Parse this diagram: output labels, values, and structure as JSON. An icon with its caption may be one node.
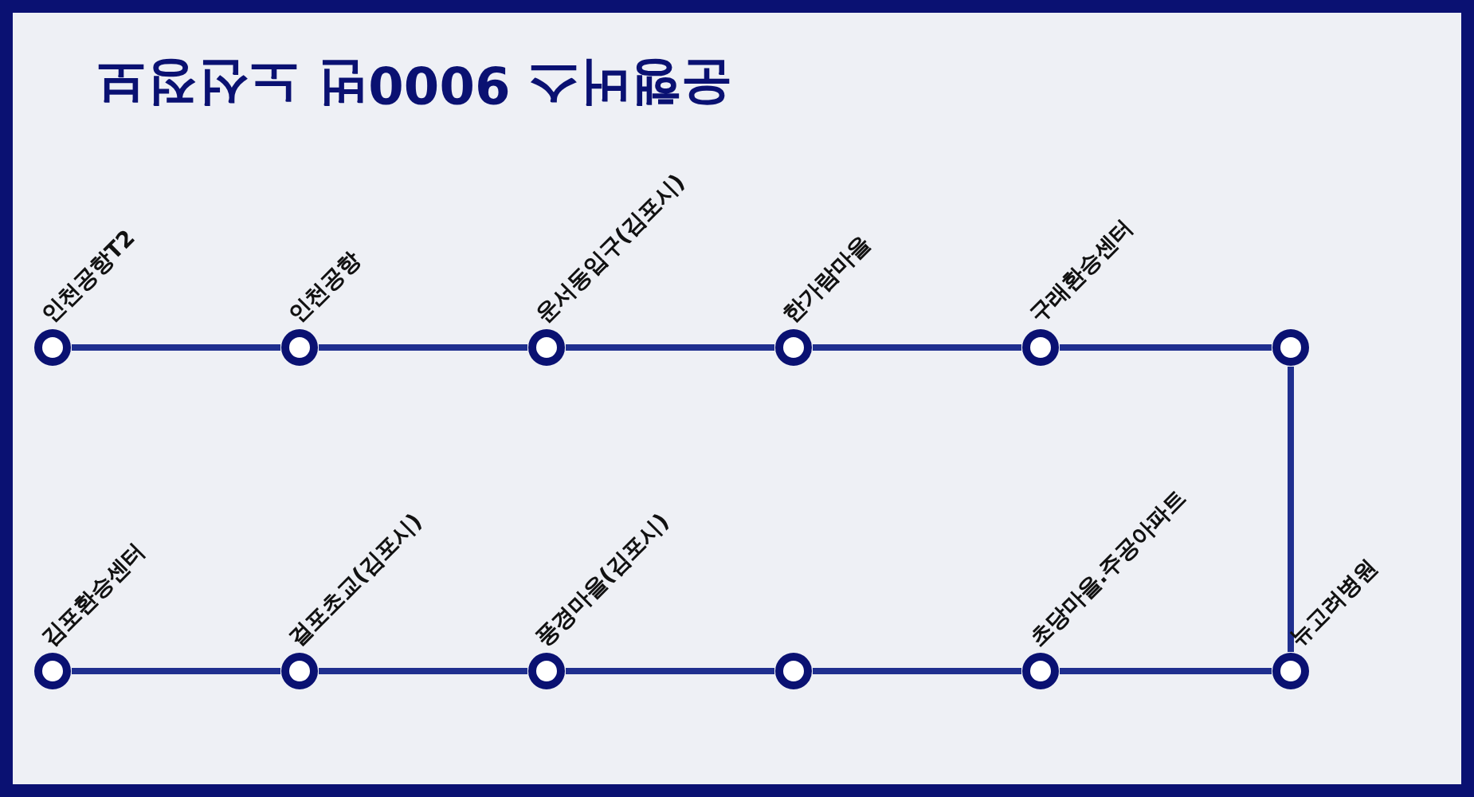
{
  "diagram": {
    "title": "운행버스 9000번 노선정보",
    "nodes": [
      {
        "text": [
          "인천공항T2"
        ]
      },
      {
        "text": [
          "인천공항"
        ]
      },
      {
        "text": [
          "운서동입구(김포시)"
        ]
      },
      {
        "text": [
          "한가람마을"
        ]
      },
      {
        "text": [
          "구래환승센터"
        ]
      },
      {
        "text": [],
        "shape": "circle"
      },
      {
        "text": [
          "뉴고려병원"
        ]
      },
      {
        "text": [
          "초당마을.주공아파트"
        ]
      },
      {
        "text": [],
        "shape": "circle"
      },
      {
        "text": [
          "풍경마을(김포시)"
        ]
      },
      {
        "text": [
          "걸포초교(김포시)"
        ]
      },
      {
        "text": [
          "김포환승센터"
        ]
      }
    ],
    "edges": [
      {
        "from": 0,
        "to": 1,
        "arrow": "none"
      },
      {
        "from": 1,
        "to": 2,
        "arrow": "none"
      },
      {
        "from": 2,
        "to": 3,
        "arrow": "none"
      },
      {
        "from": 3,
        "to": 4,
        "arrow": "none"
      },
      {
        "from": 4,
        "to": 5,
        "arrow": "none"
      },
      {
        "from": 5,
        "to": 6,
        "arrow": "none"
      },
      {
        "from": 6,
        "to": 7,
        "arrow": "none"
      },
      {
        "from": 7,
        "to": 8,
        "arrow": "none"
      },
      {
        "from": 8,
        "to": 9,
        "arrow": "none"
      },
      {
        "from": 9,
        "to": 10,
        "arrow": "none"
      },
      {
        "from": 10,
        "to": 11,
        "arrow": "none"
      }
    ]
  }
}
